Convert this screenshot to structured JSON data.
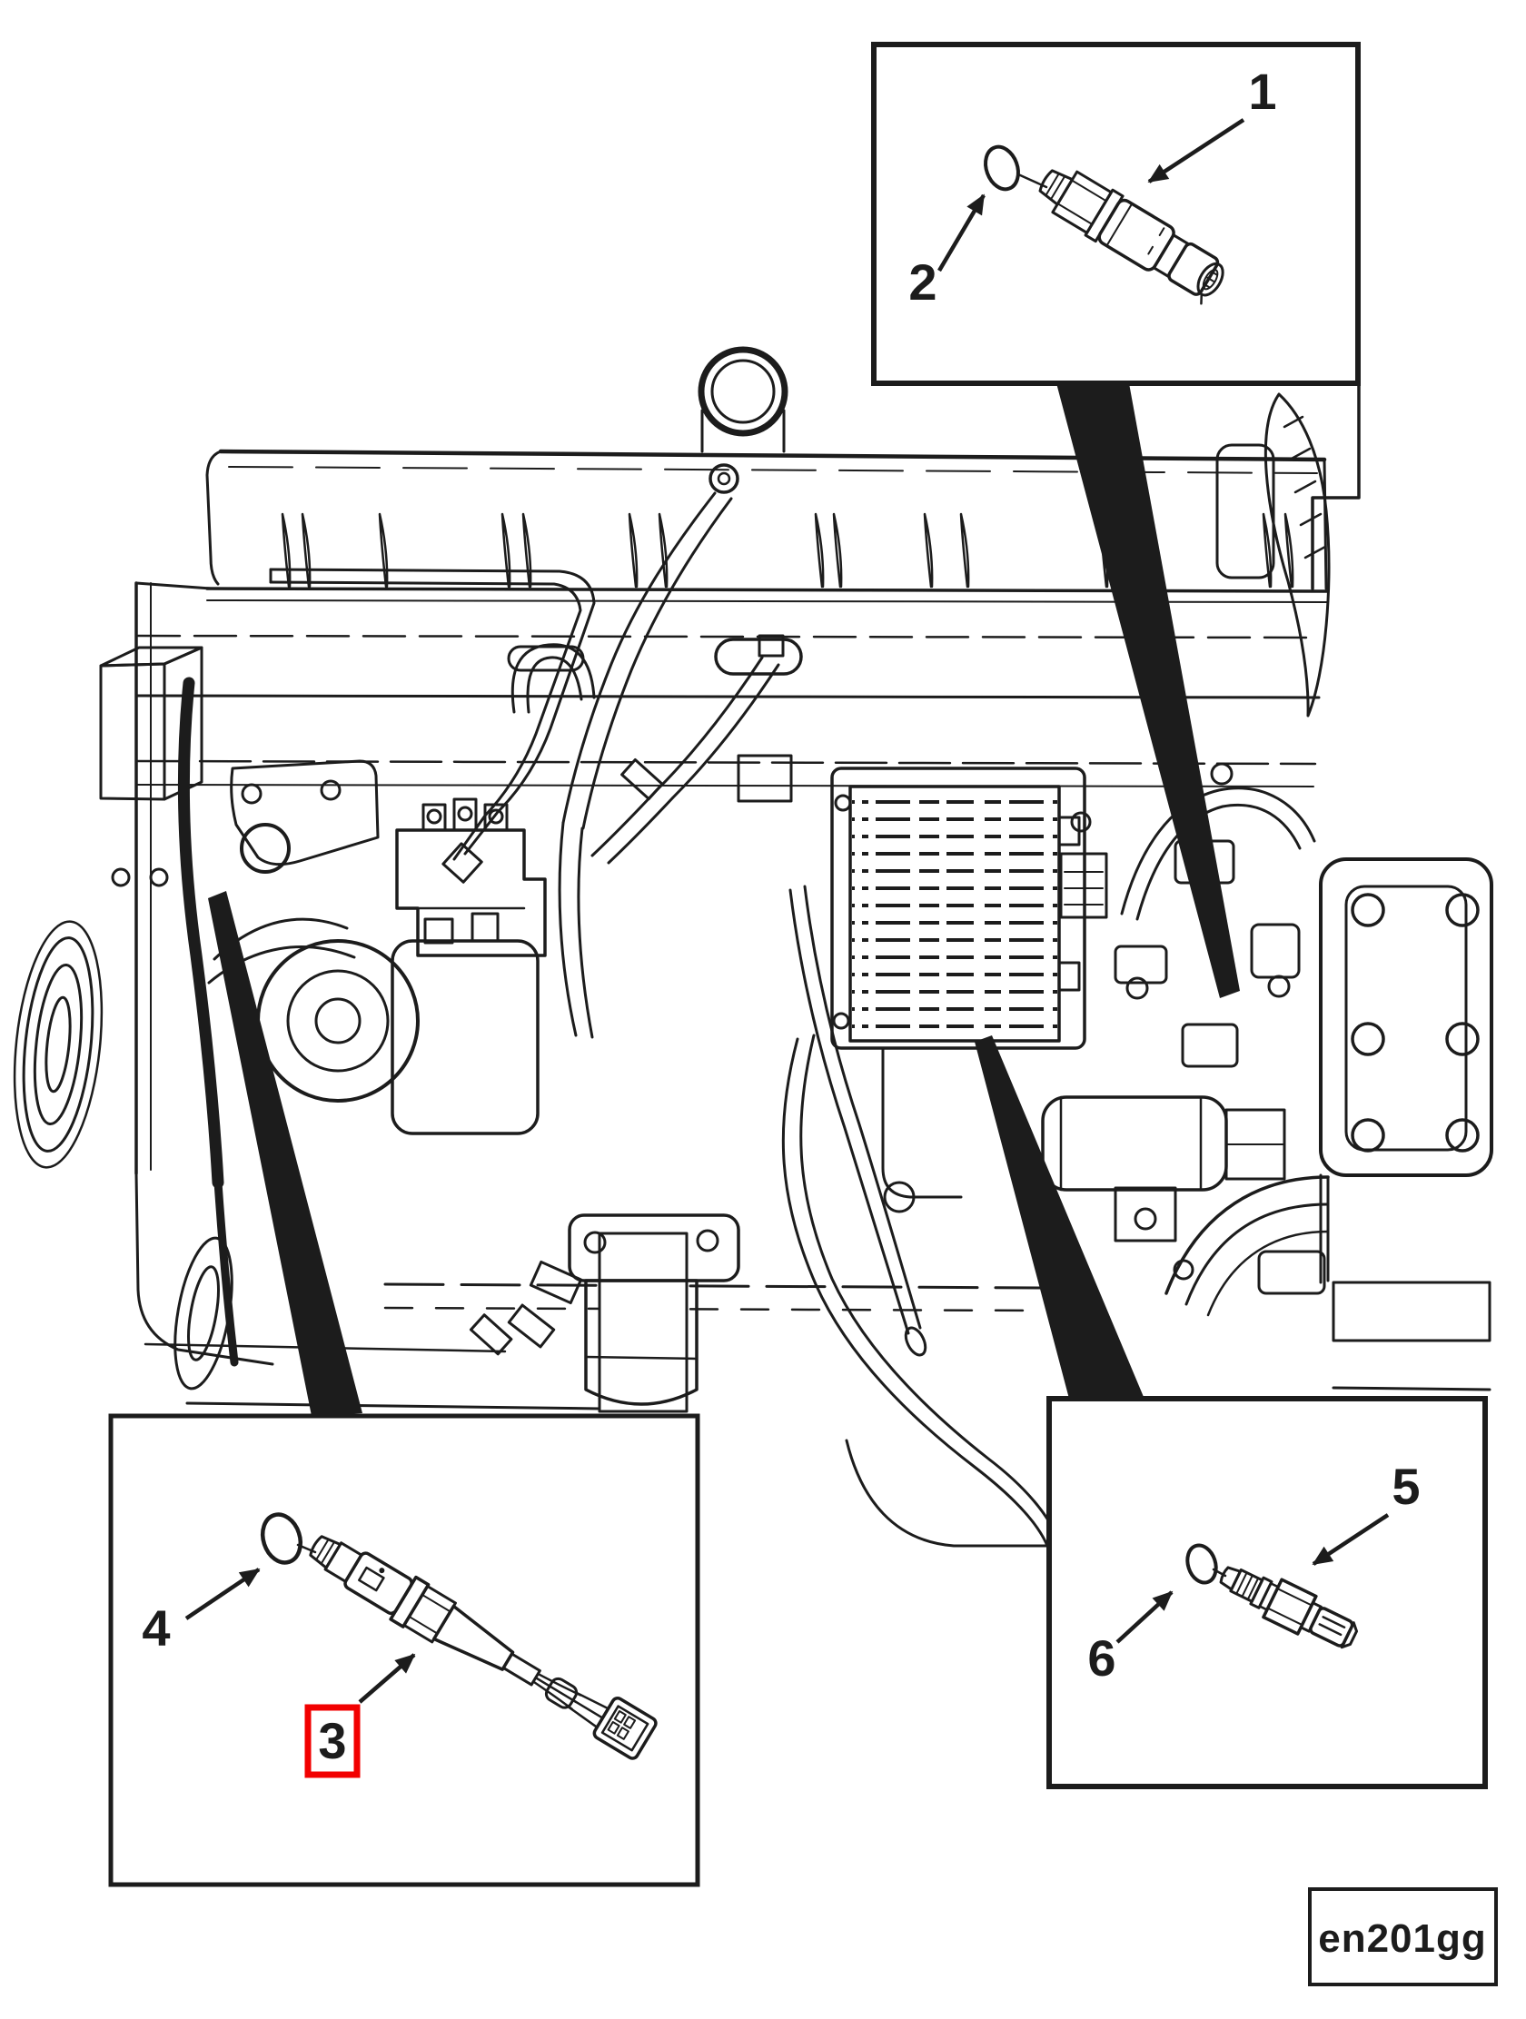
{
  "diagram": {
    "figure_code": "en201gg",
    "colors": {
      "ink": "#1c1c1c",
      "paper": "#ffffff",
      "highlight": "#f20000"
    },
    "callouts": [
      {
        "label": "1",
        "highlighted": false
      },
      {
        "label": "2",
        "highlighted": false
      },
      {
        "label": "3",
        "highlighted": true
      },
      {
        "label": "4",
        "highlighted": false
      },
      {
        "label": "5",
        "highlighted": false
      },
      {
        "label": "6",
        "highlighted": false
      }
    ]
  }
}
